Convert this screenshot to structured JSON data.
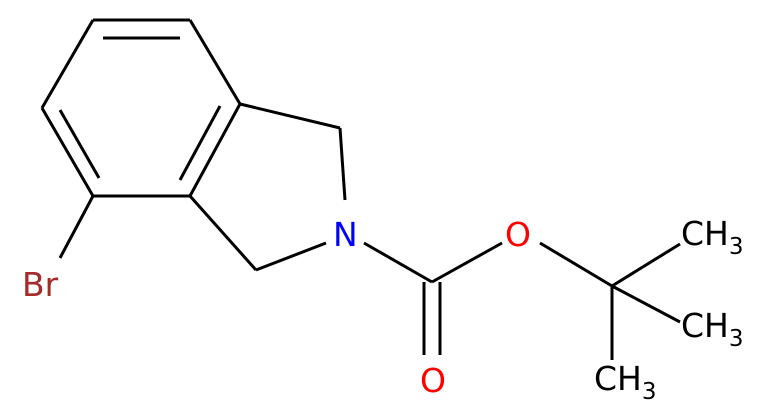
{
  "molecule": {
    "atoms": [
      {
        "symbol": "Br",
        "color": "#a52a2a"
      },
      {
        "symbol": "N",
        "color": "#0000ff"
      },
      {
        "symbol": "O",
        "color": "#ff0000",
        "role": "ester-oxygen"
      },
      {
        "symbol": "O",
        "color": "#ff0000",
        "role": "carbonyl-oxygen"
      },
      {
        "symbol": "CH",
        "subscript": "3",
        "color": "#000000"
      },
      {
        "symbol": "CH",
        "subscript": "3",
        "color": "#000000"
      },
      {
        "symbol": "CH",
        "subscript": "3",
        "color": "#000000"
      }
    ],
    "bond_color": "#000000",
    "background": "#ffffff"
  }
}
